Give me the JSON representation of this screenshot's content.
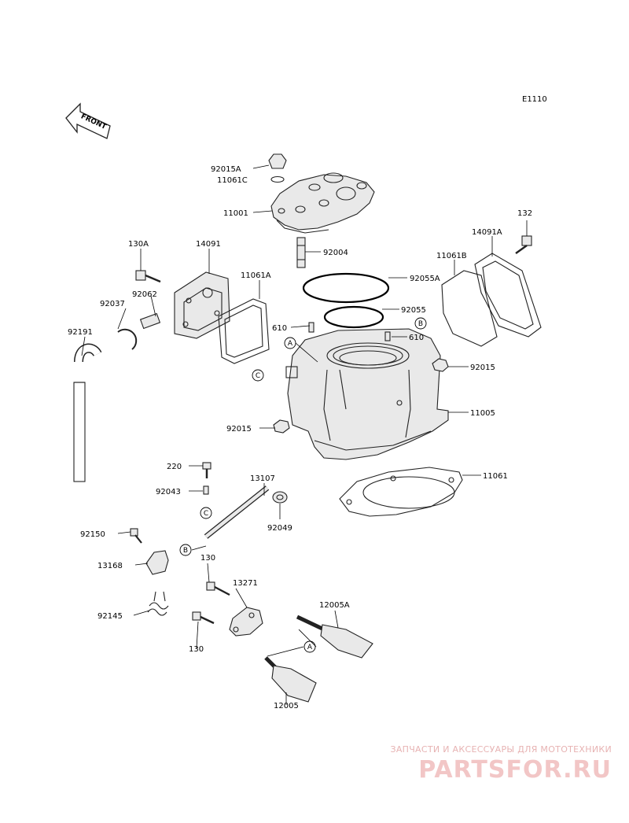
{
  "diagram": {
    "code": "E1110",
    "front_label": "FRONT",
    "part_labels": {
      "p92015A": "92015A",
      "p11061C": "11061C",
      "p11001": "11001",
      "p132": "132",
      "p14091A": "14091A",
      "p11061B": "11061B",
      "p130A": "130A",
      "p14091": "14091",
      "p11061A": "11061A",
      "p92004": "92004",
      "p92055A": "92055A",
      "p92037": "92037",
      "p92062": "92062",
      "p92055": "92055",
      "p92191": "92191",
      "p610a": "610",
      "p610b": "610",
      "p92015a": "92015",
      "p92015b": "92015",
      "p11005": "11005",
      "p11061": "11061",
      "p220": "220",
      "p92043": "92043",
      "p13107": "13107",
      "p92049": "92049",
      "p92150": "92150",
      "p13168": "13168",
      "p130a": "130",
      "p130b": "130",
      "p13271": "13271",
      "p12005A": "12005A",
      "p92145": "92145",
      "p12005": "12005"
    },
    "markers": {
      "A": "A",
      "B": "B",
      "C": "C"
    }
  },
  "watermark": {
    "tagline": "ЗАПЧАСТИ И АКСЕССУАРЫ ДЛЯ МОТОТЕХНИКИ",
    "brand": "PARTSFOR.RU"
  }
}
